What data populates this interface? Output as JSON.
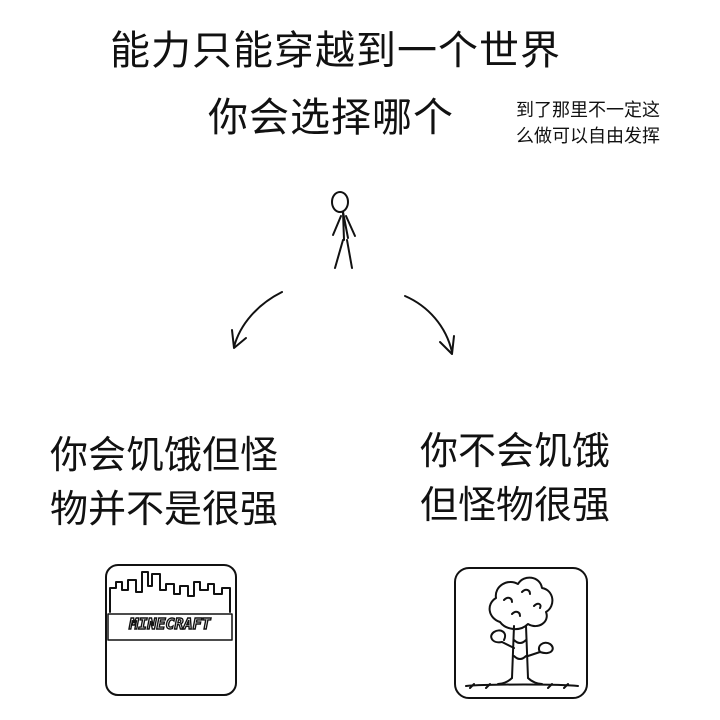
{
  "title": {
    "line1": "能力只能穿越到一个世界",
    "line2": "你会选择哪个"
  },
  "side_note": {
    "line1": "到了那里不一定这",
    "line2": "么做可以自由发挥"
  },
  "options": {
    "left": {
      "line1": "你会饥饿但怪",
      "line2": "物并不是很强",
      "logo_text": "MINECRAFT"
    },
    "right": {
      "line1": "你不会饥饿",
      "line2": "但怪物很强"
    }
  },
  "icons": [
    "stick-figure-icon",
    "arrow-left-icon",
    "arrow-right-icon",
    "minecraft-logo-icon",
    "terraria-tree-icon"
  ]
}
